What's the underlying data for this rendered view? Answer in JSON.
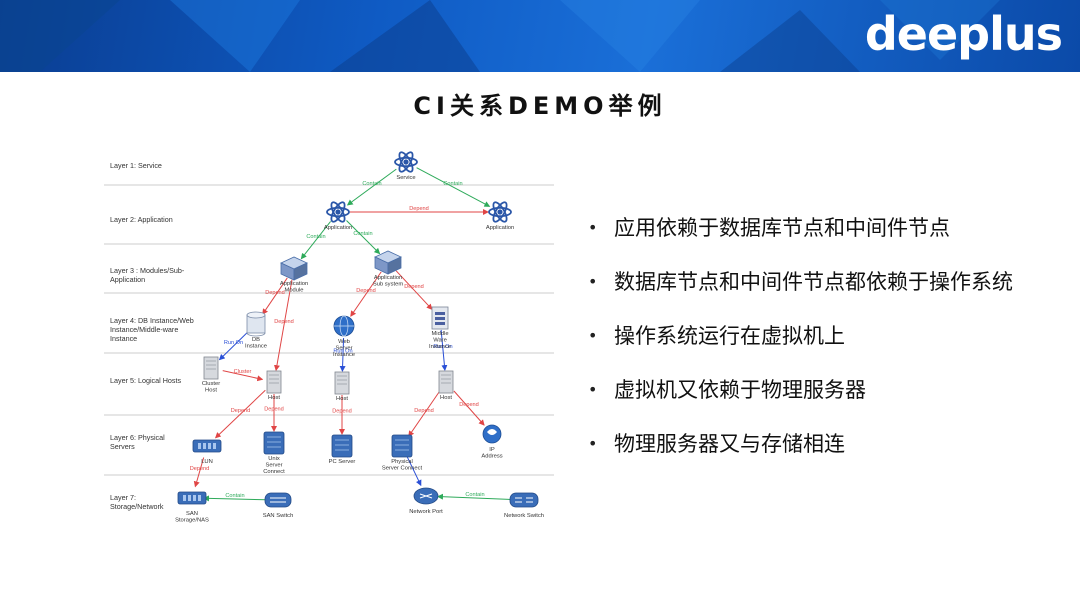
{
  "brand": {
    "logo_text": "deeplus",
    "colors": {
      "banner": "#0f5bc4",
      "contain": "#2eaa5a",
      "depend": "#e04545",
      "runon": "#2a4fd6"
    }
  },
  "slide_title": "CI关系DEMO举例",
  "diagram": {
    "layers": [
      "Layer 1: Service",
      "Layer 2: Application",
      "Layer 3 : Modules/Sub-|Application",
      "Layer 4: DB Instance/Web|Instance/Middle-ware|Instance",
      "Layer 5: Logical Hosts",
      "Layer 6: Physical|Servers",
      "Layer 7:|Storage/Network"
    ],
    "nodes": [
      {
        "id": "service",
        "label": "Service",
        "icon": "atom-icon"
      },
      {
        "id": "app1",
        "label": "Application",
        "icon": "atom-icon"
      },
      {
        "id": "app2",
        "label": "Application",
        "icon": "atom-icon"
      },
      {
        "id": "appmod",
        "label": "Application|Module",
        "icon": "cube-icon"
      },
      {
        "id": "appsub",
        "label": "Application|Sub system",
        "icon": "cube-icon"
      },
      {
        "id": "db",
        "label": "DB|Instance",
        "icon": "database-icon"
      },
      {
        "id": "web",
        "label": "Web|Server|Instance",
        "icon": "globe-icon"
      },
      {
        "id": "mw",
        "label": "Middle|Ware|Instance",
        "icon": "middleware-icon"
      },
      {
        "id": "cluster",
        "label": "Cluster|Host",
        "icon": "server-tower-icon"
      },
      {
        "id": "host1",
        "label": "Host",
        "icon": "server-tower-icon"
      },
      {
        "id": "host2",
        "label": "Host",
        "icon": "server-tower-icon"
      },
      {
        "id": "host3",
        "label": "Host",
        "icon": "server-tower-icon"
      },
      {
        "id": "lun",
        "label": "LUN",
        "icon": "storage-icon"
      },
      {
        "id": "unix",
        "label": "Unix|Server|Connect",
        "icon": "physical-server-icon"
      },
      {
        "id": "pc",
        "label": "PC Server",
        "icon": "physical-server-icon"
      },
      {
        "id": "phys",
        "label": "Physical|Server Connect",
        "icon": "physical-server-icon"
      },
      {
        "id": "ip",
        "label": "IP|Address",
        "icon": "ip-globe-icon"
      },
      {
        "id": "san",
        "label": "SAN|Storage/NAS",
        "icon": "storage-icon"
      },
      {
        "id": "sanswitch",
        "label": "SAN Switch",
        "icon": "san-switch-icon"
      },
      {
        "id": "netport",
        "label": "Network Port",
        "icon": "router-icon"
      },
      {
        "id": "netswitch",
        "label": "Network Switch",
        "icon": "network-switch-icon"
      }
    ],
    "edges": [
      {
        "from": "service",
        "to": "app1",
        "label": "Contain",
        "kind": "contain"
      },
      {
        "from": "service",
        "to": "app2",
        "label": "Contain",
        "kind": "contain"
      },
      {
        "from": "app1",
        "to": "app2",
        "label": "Depend",
        "kind": "depend"
      },
      {
        "from": "app1",
        "to": "appmod",
        "label": "Contain",
        "kind": "contain"
      },
      {
        "from": "app1",
        "to": "appsub",
        "label": "Contain",
        "kind": "contain"
      },
      {
        "from": "appmod",
        "to": "db",
        "label": "Depend",
        "kind": "depend"
      },
      {
        "from": "appmod",
        "to": "host1",
        "label": "Depend",
        "kind": "depend"
      },
      {
        "from": "appsub",
        "to": "web",
        "label": "Depend",
        "kind": "depend"
      },
      {
        "from": "appsub",
        "to": "mw",
        "label": "Depend",
        "kind": "depend"
      },
      {
        "from": "db",
        "to": "cluster",
        "label": "Run On",
        "kind": "runon"
      },
      {
        "from": "cluster",
        "to": "host1",
        "label": "Cluster",
        "kind": "depend"
      },
      {
        "from": "web",
        "to": "host2",
        "label": "Run On",
        "kind": "runon"
      },
      {
        "from": "mw",
        "to": "host3",
        "label": "Run On",
        "kind": "runon"
      },
      {
        "from": "host1",
        "to": "lun",
        "label": "Depend",
        "kind": "depend"
      },
      {
        "from": "host1",
        "to": "unix",
        "label": "Depend",
        "kind": "depend"
      },
      {
        "from": "host2",
        "to": "pc",
        "label": "Depend",
        "kind": "depend"
      },
      {
        "from": "host3",
        "to": "phys",
        "label": "Depend",
        "kind": "depend"
      },
      {
        "from": "host3",
        "to": "ip",
        "label": "Depend",
        "kind": "depend"
      },
      {
        "from": "lun",
        "to": "san",
        "label": "Depend",
        "kind": "depend"
      },
      {
        "from": "sanswitch",
        "to": "san",
        "label": "Contain",
        "kind": "contain"
      },
      {
        "from": "phys",
        "to": "netport",
        "label": "",
        "kind": "runon"
      },
      {
        "from": "netswitch",
        "to": "netport",
        "label": "Contain",
        "kind": "contain"
      }
    ]
  },
  "bullets": [
    "应用依赖于数据库节点和中间件节点",
    "数据库节点和中间件节点都依赖于操作系统",
    "操作系统运行在虚拟机上",
    "虚拟机又依赖于物理服务器",
    "物理服务器又与存储相连"
  ],
  "bullet_marker": "•"
}
